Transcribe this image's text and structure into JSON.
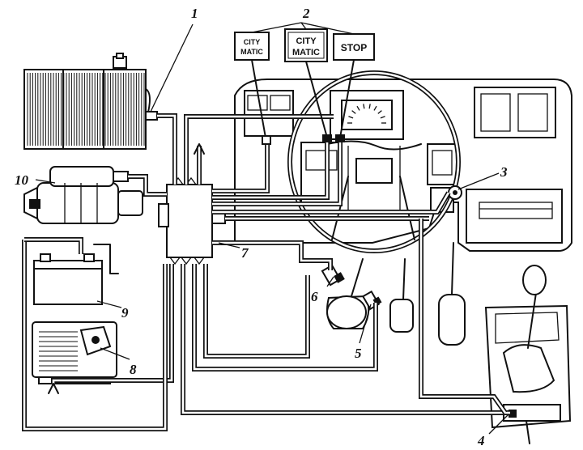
{
  "callouts": {
    "c1": "1",
    "c2": "2",
    "c3": "3",
    "c4": "4",
    "c5": "5",
    "c6": "6",
    "c7": "7",
    "c8": "8",
    "c9": "9",
    "c10": "10"
  },
  "indicators": {
    "small_line1": "CITY",
    "small_line2": "MATIC",
    "large_line1": "CITY",
    "large_line2": "MATIC",
    "stop": "STOP"
  },
  "colors": {
    "ink": "#111111",
    "paper": "#ffffff"
  }
}
